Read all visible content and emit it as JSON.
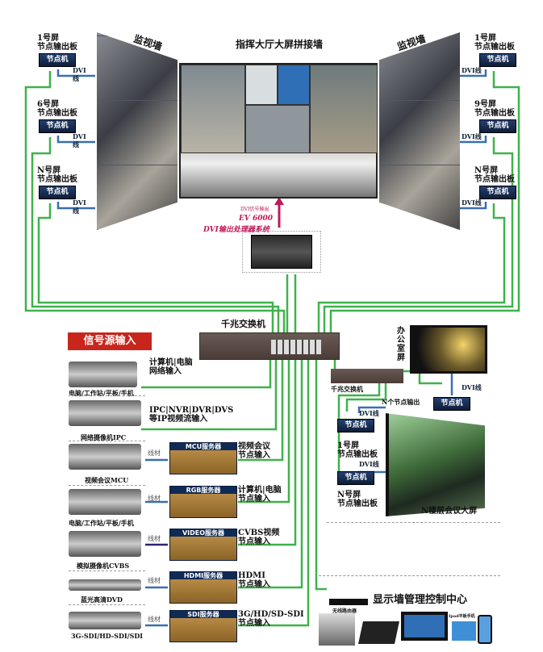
{
  "titles": {
    "left_wall": "监视墙",
    "right_wall": "监视墙",
    "center_wall": "指挥大厅大屏拼接墙"
  },
  "left_nodes": [
    {
      "screen": "1号屏",
      "board": "节点输出板",
      "node": "节点机",
      "cable": "DVI线"
    },
    {
      "screen": "6号屏",
      "board": "节点输出板",
      "node": "节点机",
      "cable": "DVI线"
    },
    {
      "screen": "N号屏",
      "board": "节点输出板",
      "node": "节点机",
      "cable": "DVI线"
    }
  ],
  "right_nodes": [
    {
      "screen": "1号屏",
      "board": "节点输出板",
      "node": "节点机",
      "cable": "DVI线"
    },
    {
      "screen": "9号屏",
      "board": "节点输出板",
      "node": "节点机",
      "cable": "DVI线"
    },
    {
      "screen": "N号屏",
      "board": "节点输出板",
      "node": "节点机",
      "cable": "DVI线"
    }
  ],
  "processor": {
    "signal": "DVI信号输出",
    "model": "EV 6000",
    "name": "DVI输出处理器系统"
  },
  "switch": {
    "label": "千兆交换机"
  },
  "sources": {
    "header": "信号源输入",
    "rows": [
      {
        "device": "电脑/工作站/平板/手机",
        "input": [
          "计算机|电脑",
          "网络输入"
        ]
      },
      {
        "device": "网络摄像机IPC",
        "input": [
          "IPC|NVR|DVR|DVS",
          "等IP视频流输入"
        ]
      },
      {
        "device": "视频会议MCU",
        "cable": "线材",
        "server": "MCU服务器",
        "input": [
          "视频会议",
          "节点输入"
        ]
      },
      {
        "device": "电脑/工作站/平板/手机",
        "cable": "线材",
        "server": "RGB服务器",
        "input": [
          "计算机|电脑",
          "节点输入"
        ]
      },
      {
        "device": "模拟摄像机CVBS",
        "cable": "线材",
        "server": "VIDEO服务器",
        "input": [
          "CVBS视频",
          "节点输入"
        ]
      },
      {
        "device": "蓝光高清DVD",
        "cable": "线材",
        "server": "HDMI服务器",
        "input": [
          "HDMI",
          "节点输入"
        ]
      },
      {
        "device": "3G-SDI/HD-SDI/SDI",
        "cable": "线材",
        "server": "SDI服务器",
        "input": [
          "3G/HD/SD-SDI",
          "节点输入"
        ]
      }
    ]
  },
  "office": {
    "screen_label": "办公室屏",
    "switch": "千兆交换机",
    "n_outputs": "N个节点输出",
    "node": "节点机",
    "cable": "DVI线"
  },
  "conference": {
    "node1": "节点机",
    "cable1": "DVI线",
    "board1": [
      "1号屏",
      "节点输出板"
    ],
    "node2": "节点机",
    "cable2": "DVI线",
    "board2": [
      "N号屏",
      "节点输出板"
    ],
    "wall": "N楼层会议大屏"
  },
  "control": {
    "title": "显示墙管理控制中心",
    "router": "无线路由器",
    "phone": "Ipad平板手机"
  },
  "colors": {
    "line": "#3fb24a",
    "node": "#1b3563",
    "accent": "#c0185a",
    "header_red": "#c8261c"
  }
}
